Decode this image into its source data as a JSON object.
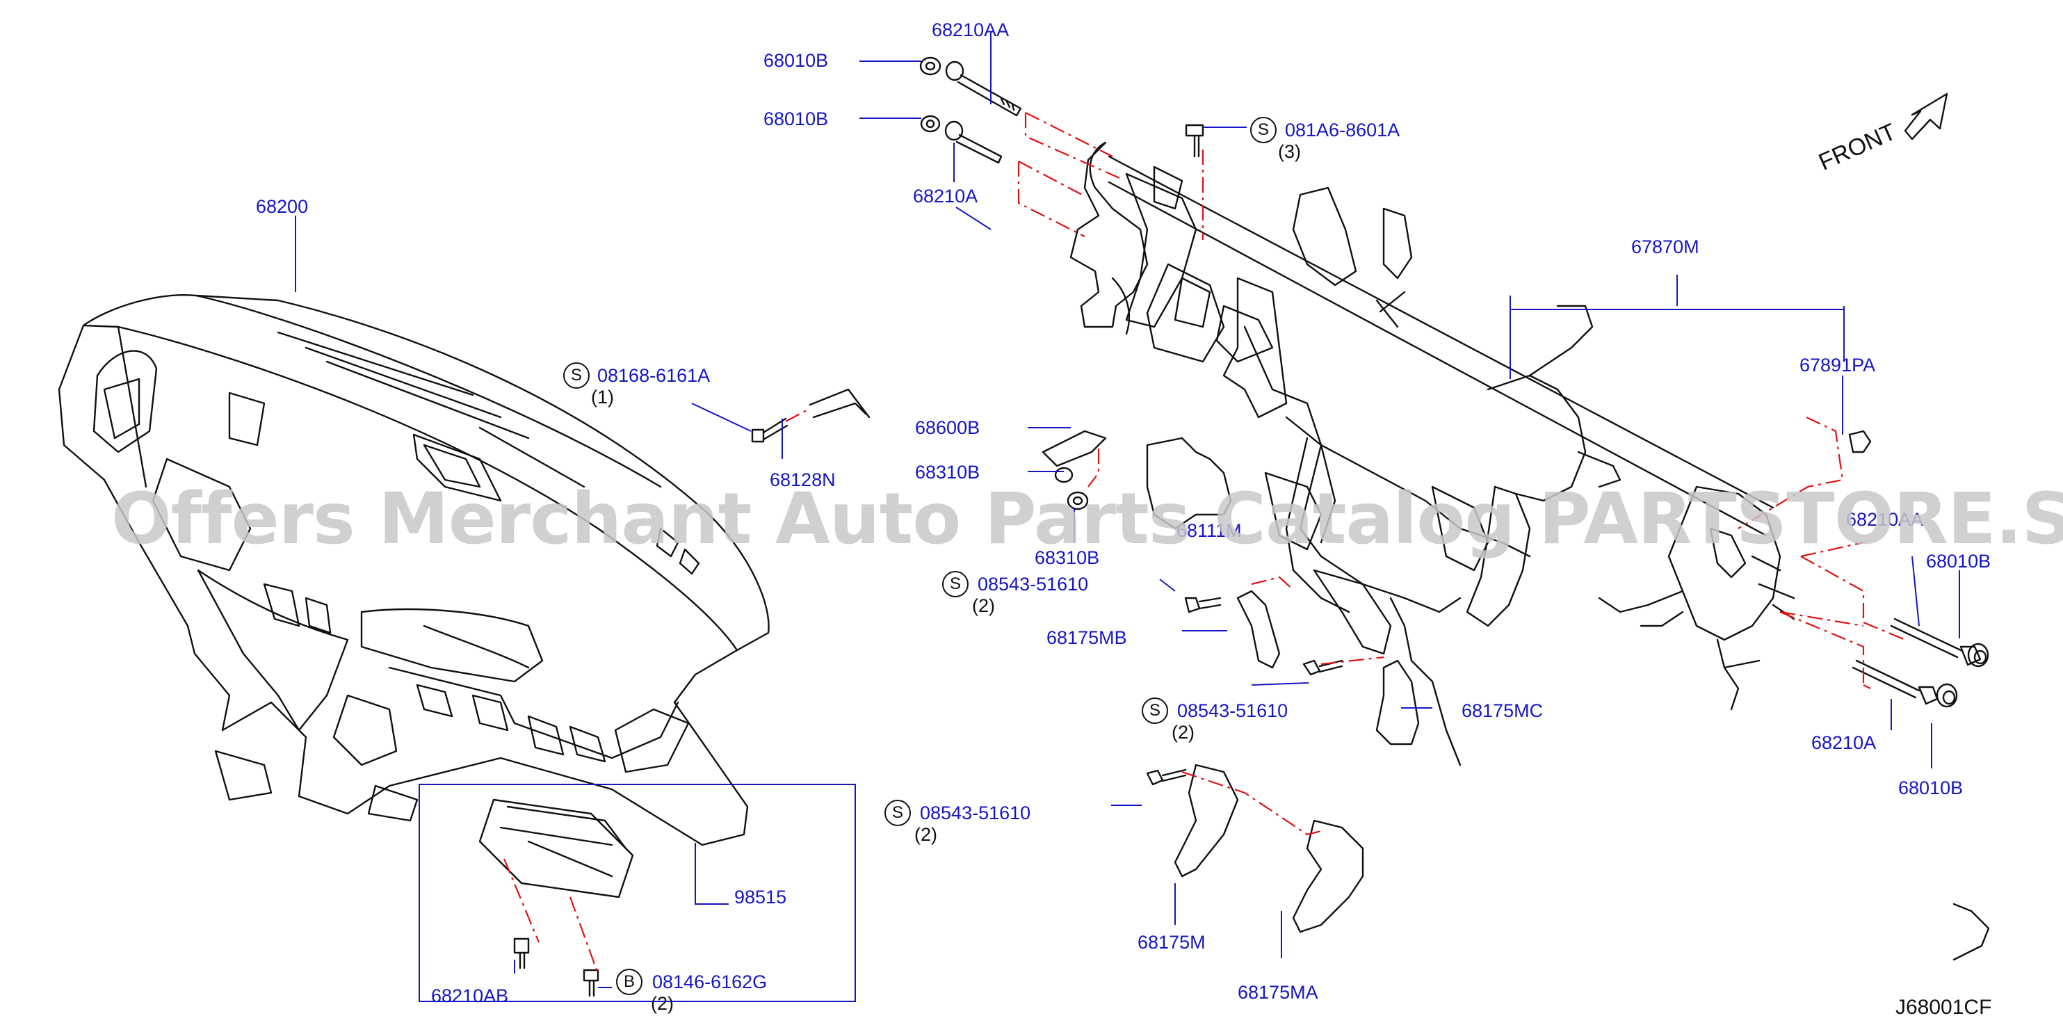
{
  "diagram_code": "J68001CF",
  "front_label": "FRONT",
  "watermark": "Offers Merchant Auto Parts Catalog PARTSTORE.SA",
  "colors": {
    "label": "#1515c8",
    "leader_dash": "#e01010",
    "line": "#111111",
    "watermark": "#c8c8c8"
  },
  "labels": {
    "p68210AA_top": "68210AA",
    "p68010B_top1": "68010B",
    "p68010B_top2": "68010B",
    "p68210A_top": "68210A",
    "p081A6": "081A6-8601A",
    "q081A6": "(3)",
    "p68200": "68200",
    "p08168": "08168-6161A",
    "q08168": "(1)",
    "p68128N": "68128N",
    "p68600B": "68600B",
    "p68310B_a": "68310B",
    "p68310B_b": "68310B",
    "p68111M": "68111M",
    "p08543_a": "08543-51610",
    "q08543_a": "(2)",
    "p68175MB": "68175MB",
    "p08543_b": "08543-51610",
    "q08543_b": "(2)",
    "p68175MC": "68175MC",
    "p08543_c": "08543-51610",
    "q08543_c": "(2)",
    "p68175M": "68175M",
    "p68175MA": "68175MA",
    "p98515": "98515",
    "p68210AB": "68210AB",
    "p08146": "08146-6162G",
    "q08146": "(2)",
    "p67870M": "67870M",
    "p67891PA": "67891PA",
    "p68210AA_r": "68210AA",
    "p68010B_r1": "68010B",
    "p68210A_r": "68210A",
    "p68010B_r2": "68010B"
  },
  "symbols": {
    "s": "S",
    "b": "B"
  }
}
